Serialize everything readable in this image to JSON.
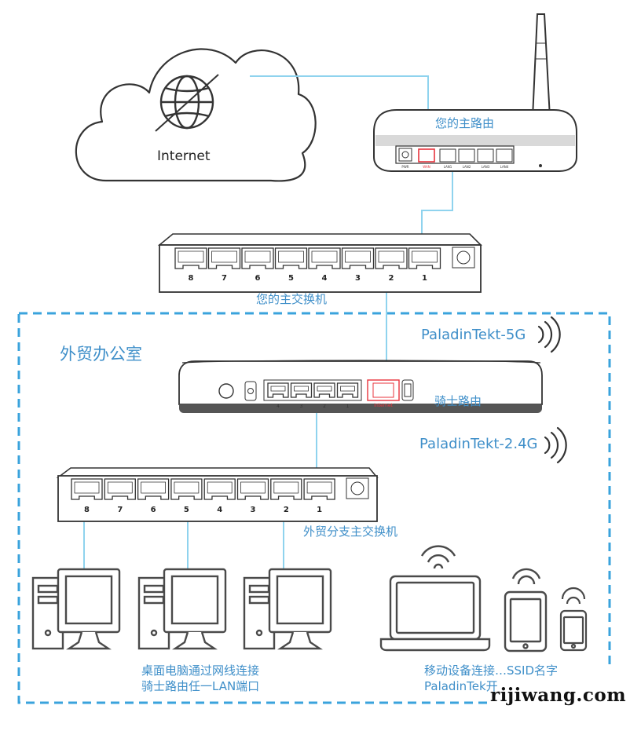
{
  "internet": {
    "label": "Internet"
  },
  "main_router": {
    "label": "您的主路由",
    "ports": [
      "PWR",
      "WAN",
      "LAN1",
      "LAN2",
      "LAN3",
      "LAN4"
    ]
  },
  "main_switch": {
    "label": "您的主交换机",
    "ports": [
      "8",
      "7",
      "6",
      "5",
      "4",
      "3",
      "2",
      "1"
    ]
  },
  "office": {
    "title": "外贸办公室"
  },
  "knight_router": {
    "label": "骑士路由",
    "ports": [
      "4",
      "3",
      "2",
      "1"
    ],
    "wan_label": "Internet",
    "ssid_5g": "PaladinTekt-5G",
    "ssid_24g": "PaladinTekt-2.4G"
  },
  "branch_switch": {
    "label": "外贸分支主交换机",
    "ports": [
      "8",
      "7",
      "6",
      "5",
      "4",
      "3",
      "2",
      "1"
    ]
  },
  "desktops": {
    "caption_line1": "桌面电脑通过网线连接",
    "caption_line2": "骑士路由任一LAN端口"
  },
  "mobile": {
    "caption_line1": "移动设备连接…SSID名字",
    "caption_line2": "PaladinTek开"
  },
  "watermark": "rijiwang.com",
  "colors": {
    "link": "#8fd3ee",
    "accent": "#3f8fc9",
    "dashed": "#3aa3dc",
    "wan_port": "#e8343d",
    "device": "#4a4a4a"
  }
}
